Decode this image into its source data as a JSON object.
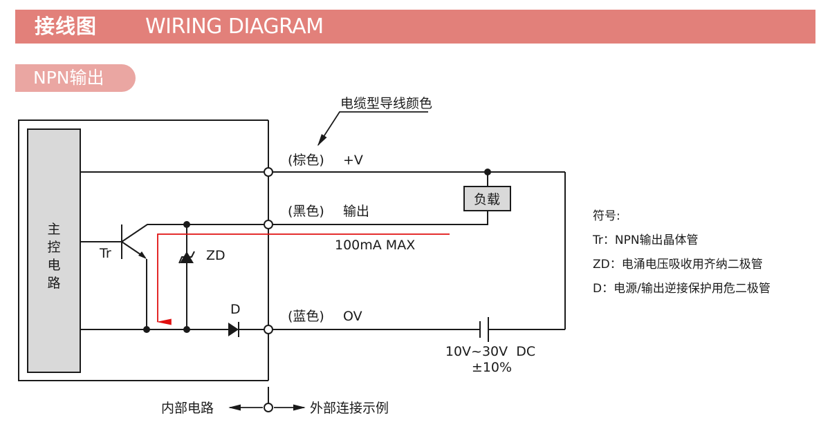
{
  "header": {
    "title_cn": "接线图",
    "title_en": "WIRING DIAGRAM"
  },
  "section": {
    "label": "NPN输出"
  },
  "diagram": {
    "main_circuit_label": [
      "主",
      "控",
      "电",
      "路"
    ],
    "transistor_label": "Tr",
    "zener_label": "ZD",
    "diode_label": "D",
    "wire_color_caption": "电缆型导线颜色",
    "wires": [
      {
        "color": "(棕色)",
        "name": "+V"
      },
      {
        "color": "(黑色)",
        "name": "输出"
      },
      {
        "color": "(蓝色)",
        "name": "OV"
      }
    ],
    "load_label": "负载",
    "current_label": "100mA MAX",
    "supply_voltage": "10V~30V  DC",
    "supply_tolerance": "±10%",
    "internal_label": "内部电路",
    "external_label": "外部连接示例",
    "colors": {
      "line": "#1a1a1a",
      "current_path": "#e01010",
      "block_fill": "#d9d9d9"
    }
  },
  "legend": {
    "title": "符号:",
    "items": [
      "Tr：NPN输出晶体管",
      "ZD：电涌电压吸收用齐纳二极管",
      "D：电源/输出逆接保护用危二极管"
    ]
  },
  "theme": {
    "header_color": "#e2807a",
    "pill_color": "#eaa6a2"
  }
}
